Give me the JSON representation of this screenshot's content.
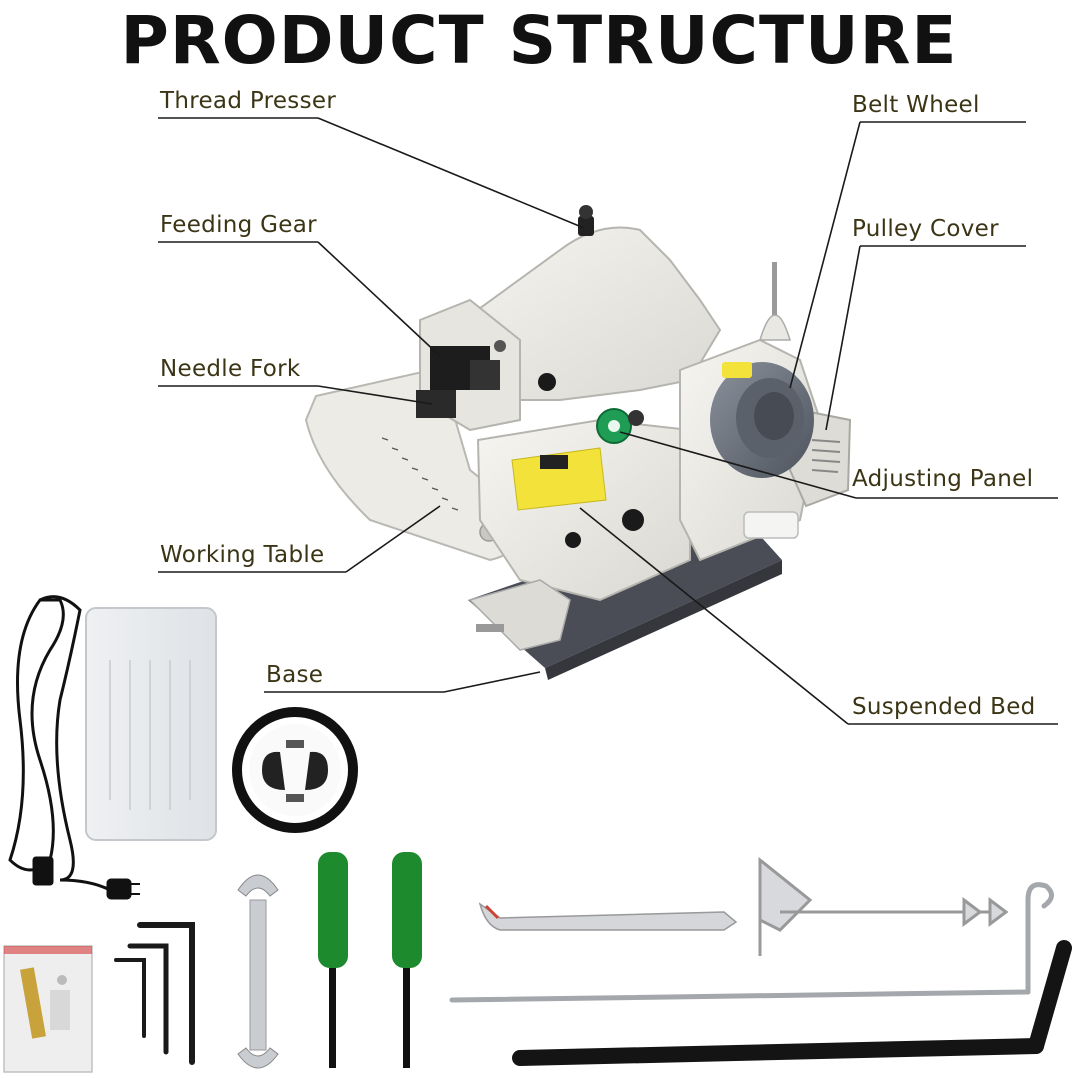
{
  "title": "PRODUCT STRUCTURE",
  "labels": {
    "thread_presser": "Thread Presser",
    "feeding_gear": "Feeding Gear",
    "needle_fork": "Needle Fork",
    "working_table": "Working Table",
    "base": "Base",
    "belt_wheel": "Belt Wheel",
    "pulley_cover": "Pulley Cover",
    "adjusting_panel": "Adjusting Panel",
    "suspended_bed": "Suspended Bed"
  },
  "colors": {
    "label_text": "#3b3516",
    "leader_line": "#1a1a1a",
    "machine_body": "#ecebe6",
    "machine_shadow": "#c9c8c2",
    "base_plate": "#4a4d55",
    "pulley": "#6b7280",
    "knob_green": "#1f9d55",
    "screwdriver_green": "#1e8a2e",
    "warning_label": "#f2e23a"
  },
  "icons": [
    "sewing-machine-illustration",
    "power-cord",
    "foot-pedal",
    "belt-ring",
    "spare-parts-bag",
    "allen-key",
    "wrench",
    "screwdriver",
    "bobbin-tool",
    "thread-stand",
    "knee-lift-rod",
    "crank-handle"
  ]
}
